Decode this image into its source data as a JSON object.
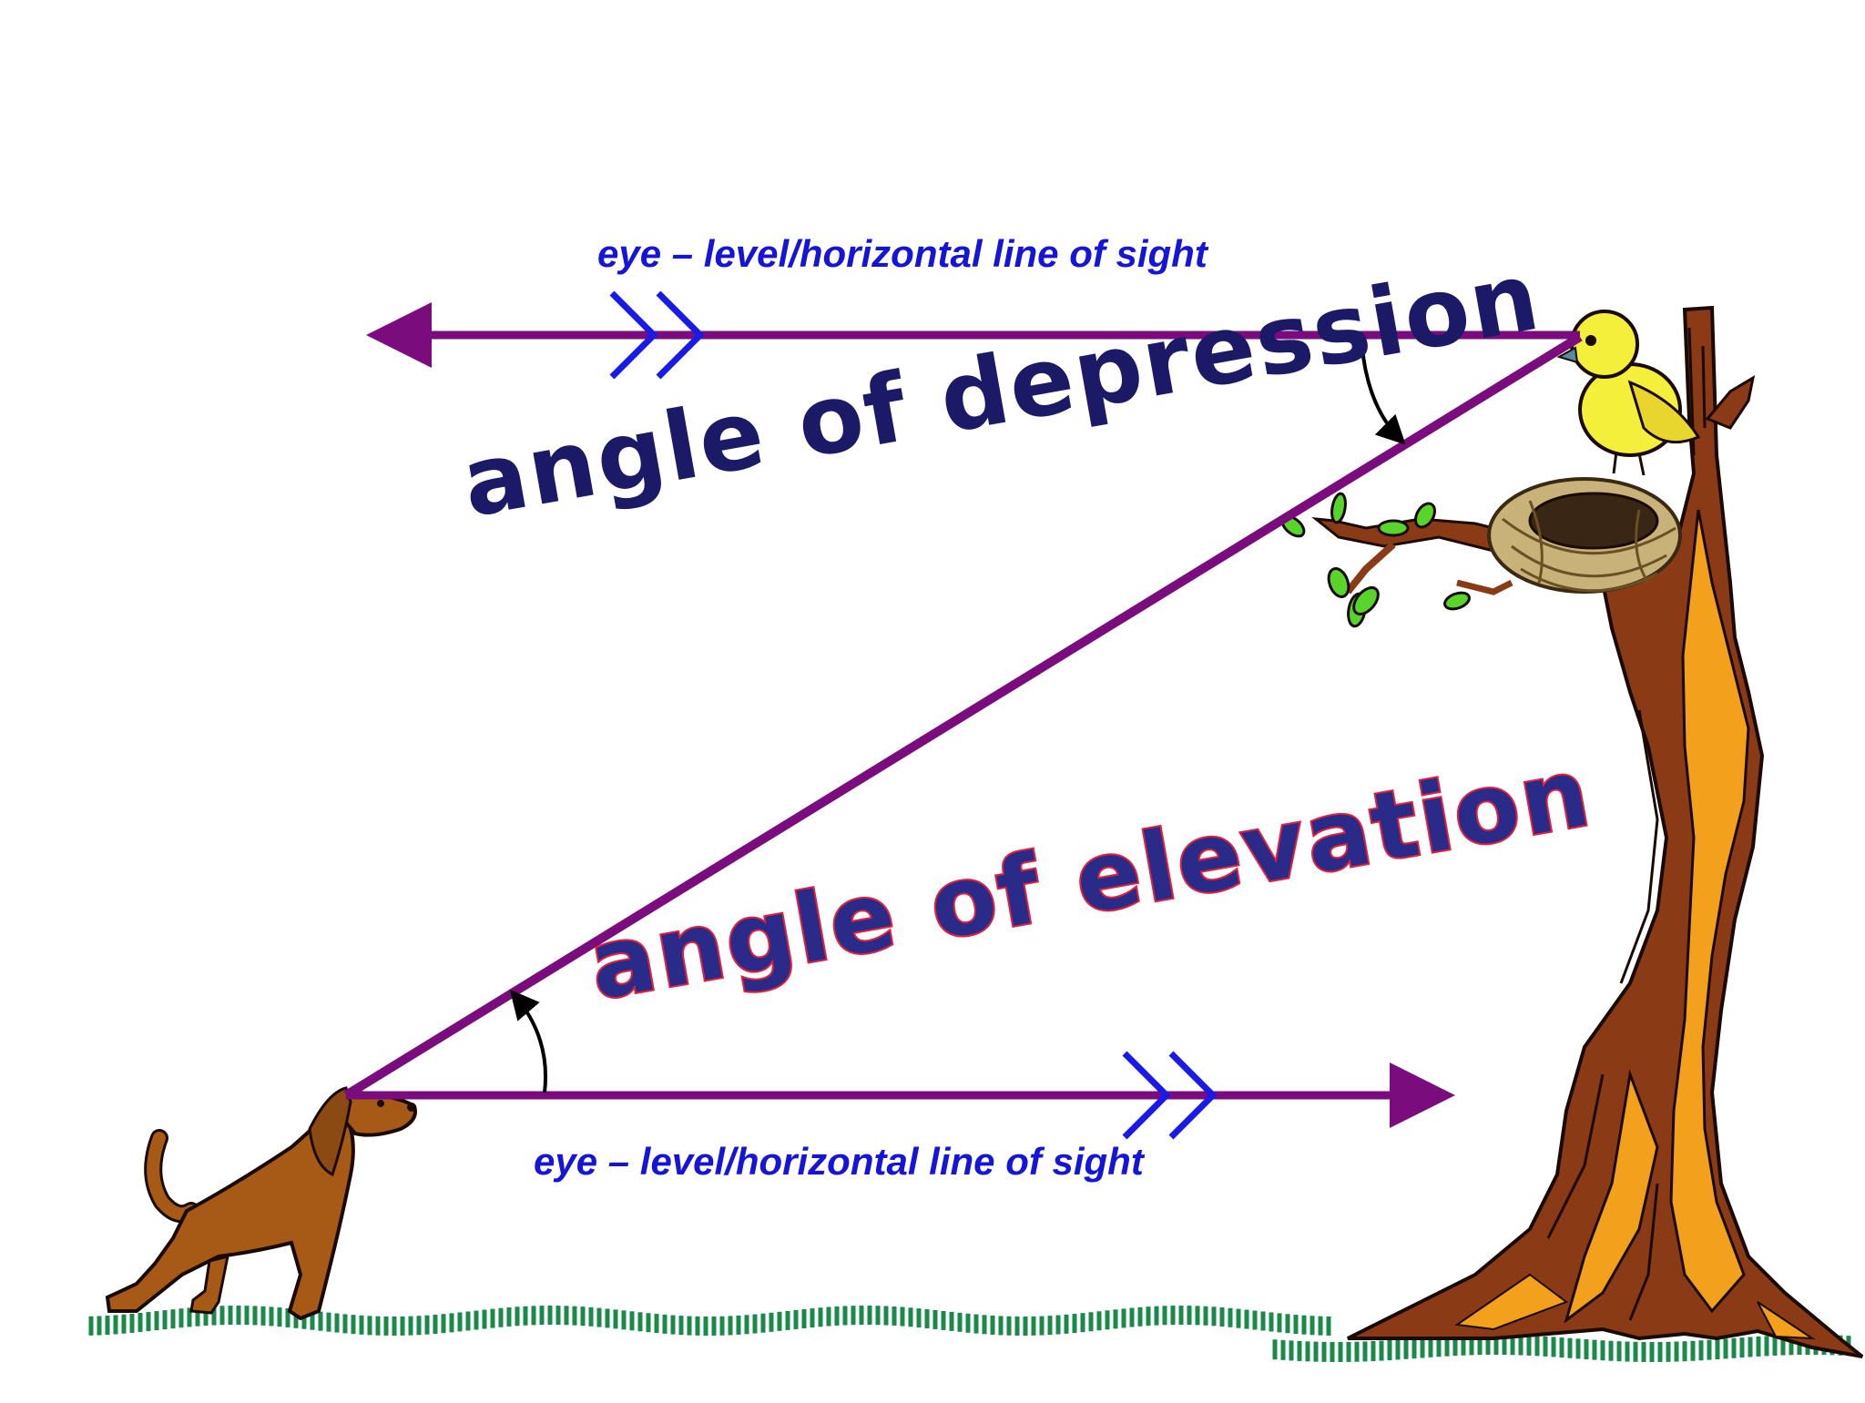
{
  "labels": {
    "top_line": "eye – level/horizontal line of sight",
    "bottom_line": "eye – level/horizontal line of sight",
    "depression": "angle of depression",
    "elevation": "angle of elevation"
  },
  "colors": {
    "sight_line": "#7a0c7e",
    "parallel_marks": "#1a1ae6",
    "label_blue": "#1515d8",
    "depression_text": "#1c1a66",
    "elevation_fill": "#2a2a88",
    "elevation_outline": "#e2203c",
    "grass": "#1a8a4a",
    "tree_dark": "#8b3a16",
    "tree_light": "#f3a11c",
    "dog": "#a65a16",
    "bird": "#f4ef3a",
    "nest": "#c8b27a",
    "leaf": "#58d42a"
  },
  "icons": [
    "dog-icon",
    "bird-icon",
    "tree-icon",
    "nest-icon",
    "grass-icon",
    "parallel-marks-icon",
    "angle-arc-icon"
  ]
}
